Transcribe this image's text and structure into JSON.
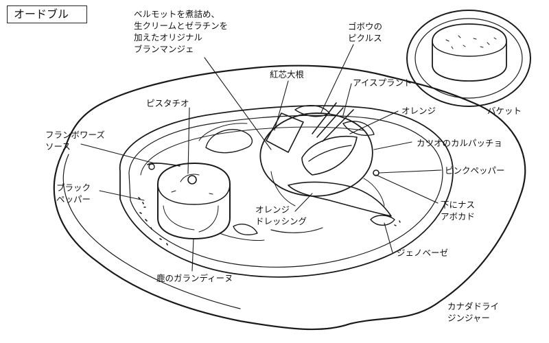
{
  "title": "オードブル",
  "labels": {
    "blanc_manger": "ベルモットを煮詰め、\n生クリームとゼラチンを\n加えたオリジナル\nブランマンジェ",
    "burdock_pickles": "ゴボウの\nピクルス",
    "red_radish": "紅芯大根",
    "ice_plant": "アイスプラント",
    "orange": "オレンジ",
    "pistachio": "ピスタチオ",
    "framboise_sauce": "フランボワーズ\nソース",
    "katsuo_carpaccio": "カツオのカルパッチョ",
    "pink_pepper": "ピンクペッパー",
    "black_pepper": "ブラック\nペッパー",
    "orange_dressing": "オレンジ\nドレッシング",
    "eggplant_avocado": "下にナス\nアボカド",
    "genovese": "ジェノベーゼ",
    "venison_galantine": "鹿のガランディーヌ",
    "baguette": "バケット",
    "ginger_ale": "カナダドライ\nジンジャー"
  }
}
